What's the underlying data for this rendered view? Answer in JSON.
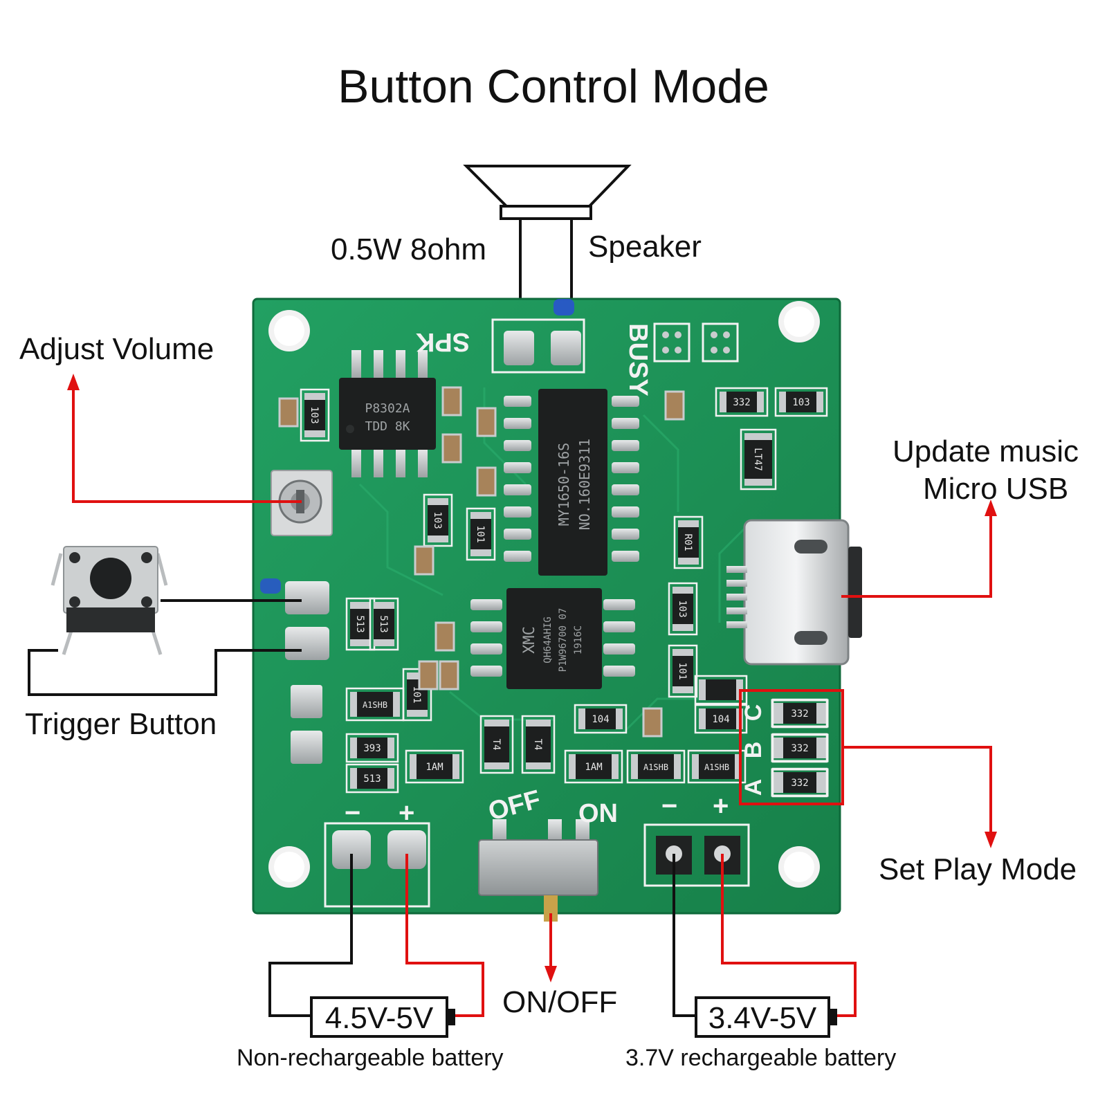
{
  "title": "Button Control Mode",
  "labels": {
    "speaker_spec": "0.5W 8ohm",
    "speaker": "Speaker",
    "adjust_volume": "Adjust Volume",
    "trigger_button": "Trigger Button",
    "update_music_line1": "Update music",
    "update_music_line2": "Micro USB",
    "set_play_mode": "Set Play Mode",
    "on_off": "ON/OFF"
  },
  "batteries": [
    {
      "voltage": "4.5V-5V",
      "caption": "Non-rechargeable battery"
    },
    {
      "voltage": "3.4V-5V",
      "caption": "3.7V rechargeable battery"
    }
  ],
  "board": {
    "silkscreen": {
      "spk": "SPK",
      "busy": "BUSY",
      "off": "OFF",
      "on": "ON",
      "minus": "−",
      "plus": "+",
      "mode_a": "A",
      "mode_b": "B",
      "mode_c": "C"
    },
    "chips": {
      "amp_line1": "P8302A",
      "amp_line2": "TDD 8K",
      "mcu_line1": "MY1650-16S",
      "mcu_line2": "NO.160E9311",
      "flash_line1": "XMC",
      "flash_line2": "QH64AHIG",
      "flash_line3": "P1W96700 07",
      "flash_line4": "1916C"
    },
    "resistors": {
      "r_103_a": "103",
      "r_103_b": "103",
      "r_101_a": "101",
      "r_101_b": "101",
      "r_101_c": "101",
      "r_513_a": "513",
      "r_513_b": "513",
      "r_513_c": "513",
      "r_393": "393",
      "r_332_top": "332",
      "r_103_top": "103",
      "r_103_mid": "103",
      "r_104": "104",
      "r_104_b": "104",
      "r_332_c": "332",
      "r_332_b": "332",
      "r_332_a": "332",
      "r_r01": "R01",
      "t_1am_a": "1AM",
      "t_1am_b": "1AM",
      "t_a1shb_a": "A1SHB",
      "t_a1shb_b": "A1SHB",
      "t_a1shb_c": "A1SHB",
      "t_t4_a": "T4",
      "t_t4_b": "T4",
      "t_lt47": "LT47"
    }
  },
  "colors": {
    "pcb_green": "#1f9358",
    "pcb_dark": "#167a47",
    "silk_white": "#f2f2f2",
    "pad_silver": "#c9ccce",
    "chip_black": "#1d1f1f",
    "wire_red": "#e01010",
    "wire_black": "#111111"
  }
}
